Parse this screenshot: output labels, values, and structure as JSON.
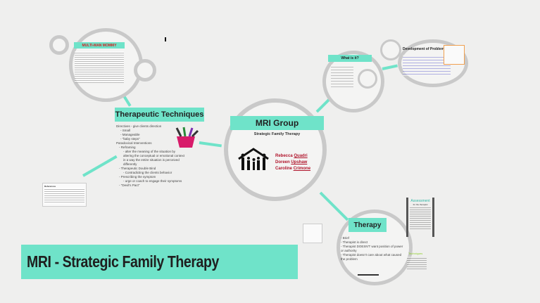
{
  "title_banner": "MRI - Strategic Family Therapy",
  "center": {
    "title": "MRI Group",
    "subtitle": "Strategic Family Therapy",
    "members": [
      {
        "first": "Rebecca",
        "last": "Quadri"
      },
      {
        "first": "Doreen",
        "last": "Upshaw"
      },
      {
        "first": "Caroline",
        "last": "Crimone"
      }
    ]
  },
  "techniques": {
    "title": "Therapeutic Techniques",
    "items": [
      "Directives - give clients direction",
      "- Small",
      "- Manageable",
      "- \"baby steps\"",
      "Paradoxical Interventions",
      "- Reframing",
      "- alter the meaning of the situation by altering the conceptual or emotional context in a way the entire situation is perceived differently",
      "- Therapeutic Double Bind",
      "- Contradicting the clients behavior",
      "- Prescribing the symptom",
      "- urge or coach to engage their symptoms",
      "- \"Devil's Pact\""
    ]
  },
  "therapy": {
    "title": "Therapy",
    "items": [
      "- Brief",
      "- Therapist is direct",
      "- Therapist DOESN'T want position of power or authority",
      "- Therapist doesn't care about what caused the problem"
    ]
  },
  "multi": {
    "title": "MULTI-MAN MOMMY"
  },
  "what": {
    "title": "What is it?"
  },
  "development": {
    "title": "Development of Problems"
  },
  "assessment": {
    "title": "Assessment",
    "subtitle": "for the therapist"
  },
  "techniques_small": {
    "title": "Techniques"
  },
  "references": {
    "title": "References"
  }
}
